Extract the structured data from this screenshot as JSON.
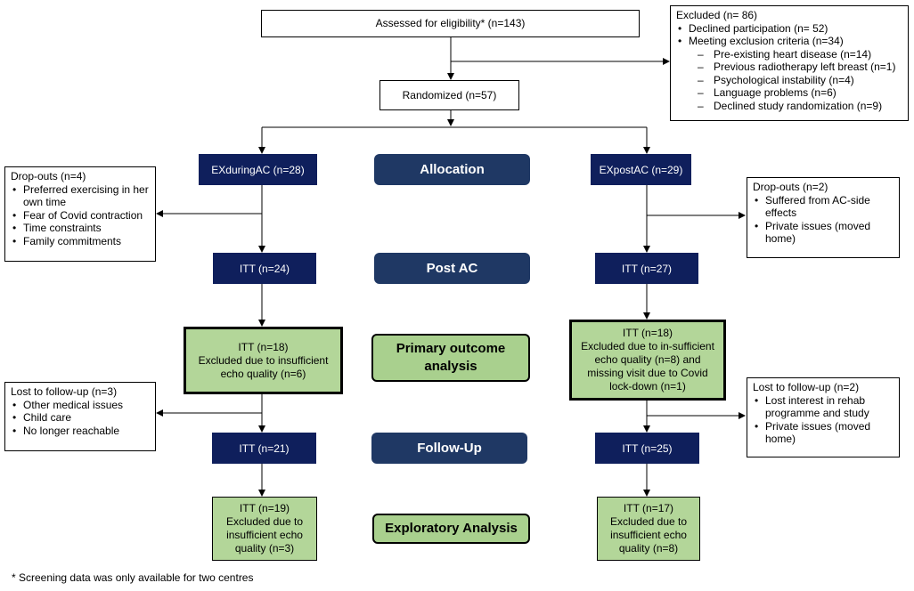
{
  "top": {
    "assessed": "Assessed for eligibility* (n=143)",
    "randomized": "Randomized (n=57)"
  },
  "excluded": {
    "title": "Excluded (n= 86)",
    "items": [
      "Declined participation (n= 52)",
      "Meeting exclusion criteria (n=34)"
    ],
    "subitems": [
      "Pre-existing heart disease (n=14)",
      "Previous radiotherapy left breast (n=1)",
      "Psychological instability (n=4)",
      "Language problems (n=6)",
      "Declined study randomization (n=9)"
    ]
  },
  "stages": {
    "allocation": "Allocation",
    "post_ac": "Post AC",
    "primary_line1": "Primary outcome",
    "primary_line2": "analysis",
    "follow_up": "Follow-Up",
    "exploratory": "Exploratory Analysis"
  },
  "left": {
    "group": "EXduringAC  (n=28)",
    "itt_post": "ITT  (n=24)",
    "primary": [
      "ITT  (n=18)",
      "Excluded due to insufficient",
      "echo quality (n=6)"
    ],
    "itt_follow": "ITT  (n=21)",
    "exploratory": [
      "ITT  (n=19)",
      "Excluded due to",
      "insufficient echo",
      "quality (n=3)"
    ],
    "dropouts": {
      "title": "Drop-outs  (n=4)",
      "items": [
        "Preferred exercising in her own time",
        "Fear of Covid contraction",
        "Time constraints",
        "Family commitments"
      ]
    },
    "lost": {
      "title": "Lost to follow-up  (n=3)",
      "items": [
        "Other medical issues",
        "Child care",
        "No longer reachable"
      ]
    }
  },
  "right": {
    "group": "EXpostAC  (n=29)",
    "itt_post": "ITT  (n=27)",
    "primary": [
      "ITT  (n=18)",
      "Excluded due to in-sufficient",
      "echo quality (n=8) and",
      "missing visit due to Covid",
      "lock-down (n=1)"
    ],
    "itt_follow": "ITT  (n=25)",
    "exploratory": [
      "ITT  (n=17)",
      "Excluded due to",
      "insufficient echo",
      "quality (n=8)"
    ],
    "dropouts": {
      "title": "Drop-outs  (n=2)",
      "items": [
        "Suffered from AC-side effects",
        "Private issues (moved home)"
      ]
    },
    "lost": {
      "title": "Lost to follow-up  (n=2)",
      "items": [
        "Lost interest in rehab programme  and study",
        "Private issues (moved home)"
      ]
    }
  },
  "footnote": "* Screening data was only available  for two centres"
}
